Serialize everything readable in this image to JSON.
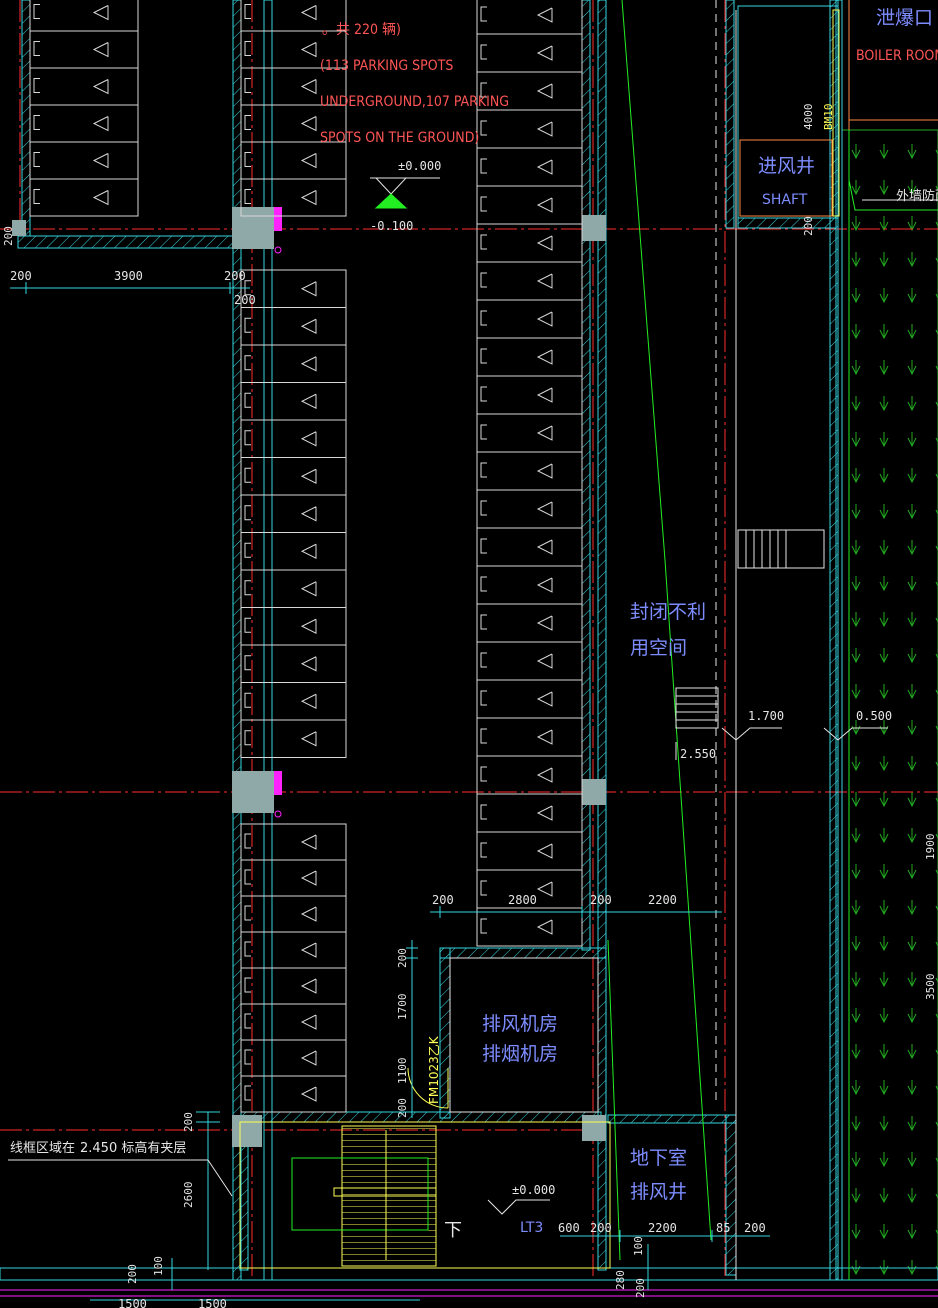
{
  "labels": {
    "count_note": "。共 220 辆)",
    "parking_line1": "(113  PARKING SPOTS",
    "parking_line2": "UNDERGROUND,107  PARKING",
    "parking_line3": "SPOTS ON THE GROUND)",
    "level_top": "±0.000",
    "level_top_sub": "-0.100",
    "boiler_cn": "泄爆口",
    "boiler_en": "BOILER ROOM",
    "shaft_cn": "进风井",
    "shaft_en": "SHAFT",
    "wall_note": "外墙防雨",
    "enclosed_1": "封闭不利",
    "enclosed_2": "用空间",
    "fan_room_1": "排风机房",
    "fan_room_2": "排烟机房",
    "basement_1": "地下室",
    "basement_2": "排风井",
    "level_170": "1.700",
    "level_050": "0.500",
    "level_255": "2.550",
    "level_bottom": "±0.000",
    "stair_down": "下",
    "stair_code": "LT3",
    "door_code": "FM1023乙K",
    "mezz_note_1": "线框区域在",
    "mezz_note_2": "2.450 标高有夹层"
  },
  "dimensions": {
    "d_200a": "200",
    "d_3900": "3900",
    "d_200b": "200",
    "d_200c": "200",
    "d_200left": "200",
    "d_4000": "4000",
    "d_200shaft": "200",
    "d_200r": "200",
    "d_2800": "2800",
    "d_200m": "200",
    "d_2200": "2200",
    "d_v200": "200",
    "d_v1700": "1700",
    "d_v1100": "1100",
    "d_v200b": "200",
    "d_v200c": "200",
    "d_v2600": "2600",
    "d_v200d": "200",
    "d_v100": "100",
    "d_600": "600",
    "d_200n": "200",
    "d_2200b": "2200",
    "d_85": "85",
    "d_200o": "200",
    "d_v100b": "100",
    "d_v280": "280",
    "d_v200e": "200",
    "d_1500a": "1500",
    "d_1500b": "1500",
    "d_1900": "1900",
    "d_3500": "3500",
    "d_bm": "BM10"
  },
  "colors": {
    "wall": "#35d6e0",
    "axis": "#ff2b2b",
    "parking": "#d8d8d8",
    "green": "#22ee22",
    "magenta": "#ff22ff",
    "yellow": "#ffff55",
    "blue_text": "#7d8cff",
    "column": "#8fa8a8"
  }
}
